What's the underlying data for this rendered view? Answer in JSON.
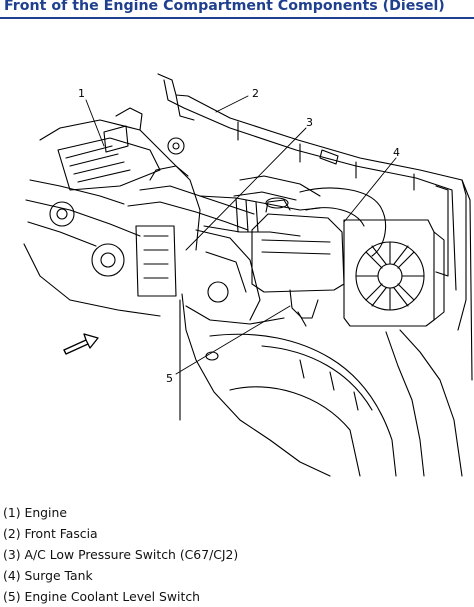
{
  "title": "Front of the Engine Compartment Components (Diesel)",
  "callouts": [
    "1",
    "2",
    "3",
    "4",
    "5"
  ],
  "legend": [
    "(1) Engine",
    "(2) Front Fascia",
    "(3) A/C Low Pressure Switch (C67/CJ2)",
    "(4) Surge Tank",
    "(5) Engine Coolant Level Switch"
  ]
}
